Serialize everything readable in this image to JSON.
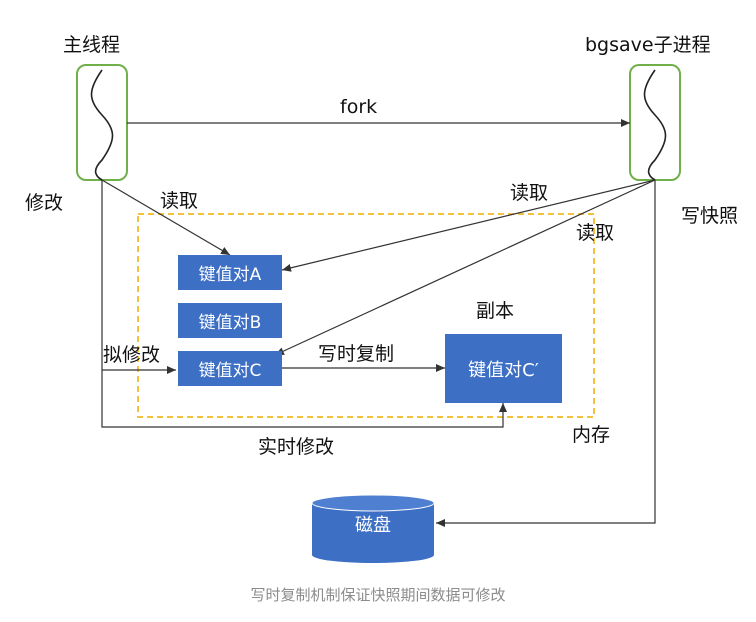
{
  "diagram": {
    "main_thread": "主线程",
    "child_process": "bgsave子进程",
    "fork": "fork",
    "read_1": "读取",
    "read_2": "读取",
    "read_3": "读取",
    "modify": "修改",
    "write_snapshot": "写快照",
    "kv_a": "键值对A",
    "kv_b": "键值对B",
    "kv_c": "键值对C",
    "kv_c_copy": "键值对C′",
    "copy_label": "副本",
    "pseudo_modify": "拟修改",
    "copy_on_write": "写时复制",
    "realtime_modify": "实时修改",
    "memory": "内存",
    "disk": "磁盘",
    "caption": "写时复制机制保证快照期间数据可修改"
  },
  "colors": {
    "node_fill": "#3d6fc4",
    "thread_border": "#70b04a",
    "memory_border": "#f3c13a",
    "line": "#333333"
  }
}
